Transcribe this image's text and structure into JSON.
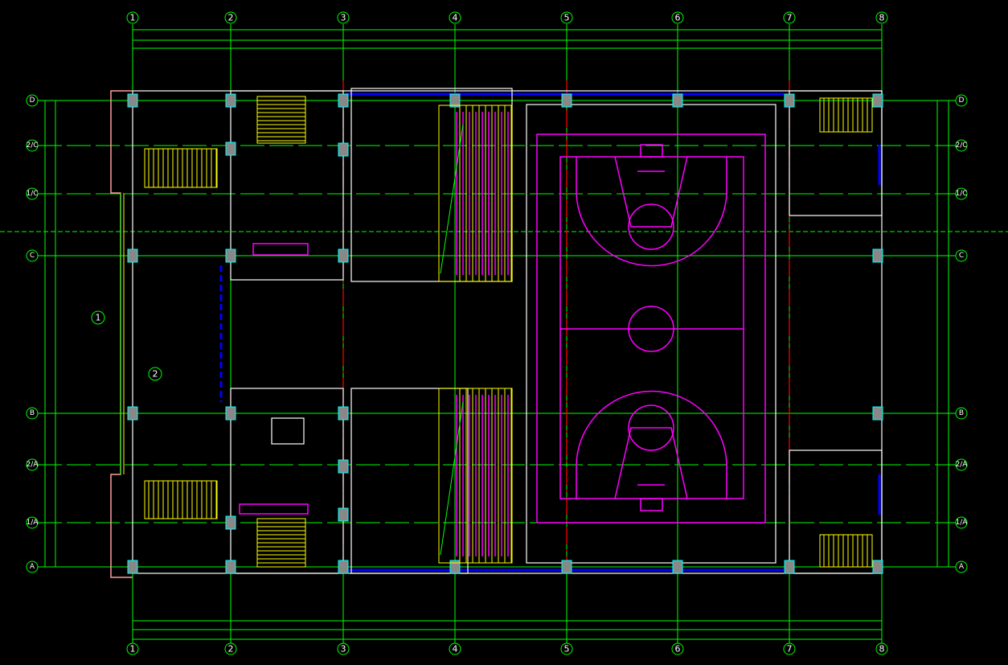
{
  "drawing": {
    "columns": [
      "1",
      "2",
      "3",
      "4",
      "5",
      "6",
      "7",
      "8"
    ],
    "rows": [
      "D",
      "2/C",
      "1/C",
      "C",
      "B",
      "2/A",
      "1/A",
      "A"
    ],
    "callouts": [
      "1",
      "2"
    ]
  },
  "colors": {
    "background": "#000000",
    "axis": "#00ff00",
    "court": "#ff00ff",
    "stairs": "#ffff00",
    "centerline": "#ff0000",
    "windows": "#0000ff"
  }
}
